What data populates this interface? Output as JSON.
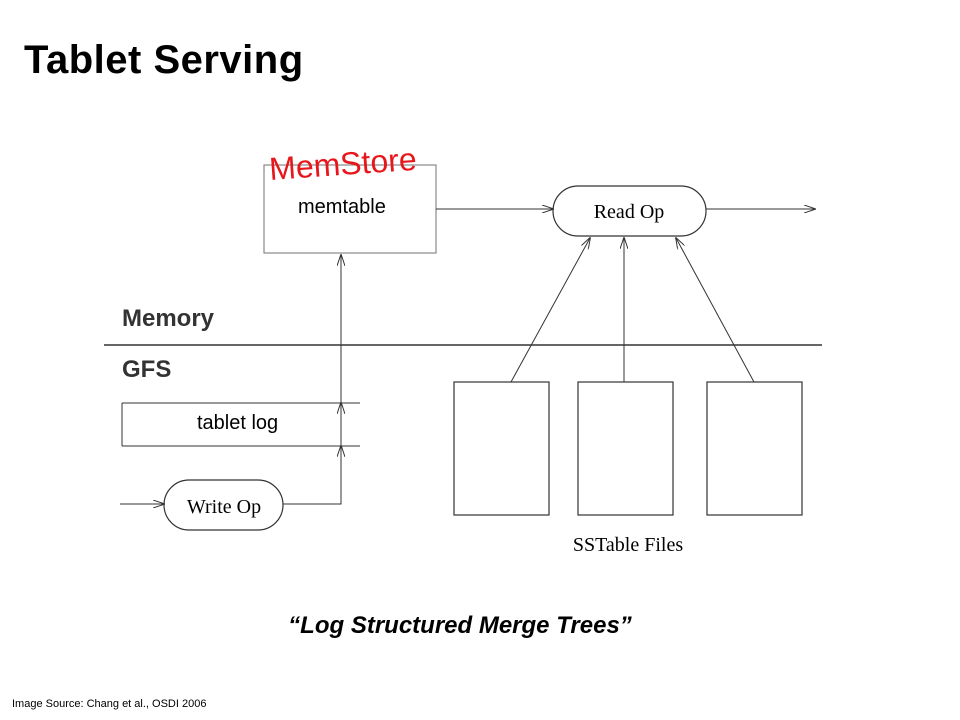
{
  "slide": {
    "title": "Tablet Serving",
    "caption": "“Log Structured Merge Trees”",
    "source": "Image Source: Chang et al., OSDI 2006"
  },
  "diagram": {
    "memstore_label": "MemStore",
    "memtable": "memtable",
    "read_op": "Read Op",
    "write_op": "Write Op",
    "memory_label": "Memory",
    "gfs_label": "GFS",
    "tablet_log": "tablet log",
    "sstable_files": "SSTable Files",
    "colors": {
      "memstore": "#e8161b",
      "stroke": "#333333"
    }
  }
}
